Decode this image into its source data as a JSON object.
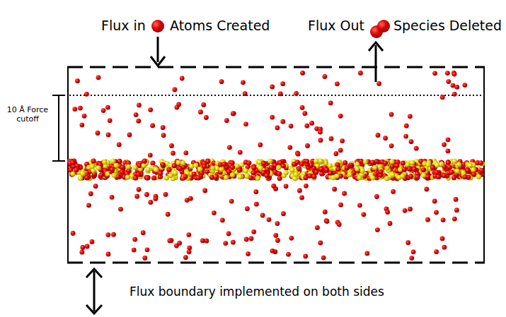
{
  "diagram": {
    "labels": [
      "Flux in",
      "Atoms Created",
      "Flux Out",
      "Species Deleted",
      "10 Å Force cutoff",
      "Flux boundary implemented on both sides"
    ]
  }
}
